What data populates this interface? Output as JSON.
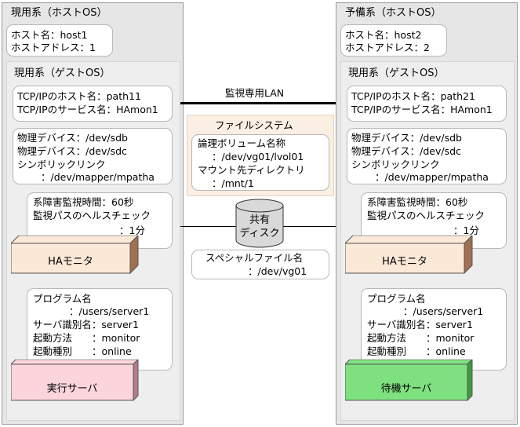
{
  "active_host": {
    "title": "現用系（ホストOS）",
    "host_name": "ホスト名：host1",
    "host_address": "ホストアドレス：1",
    "guest": {
      "title": "現用系（ゲストOS）",
      "tcp_host": "TCP/IPのホスト名：path11",
      "tcp_service": "TCP/IPのサービス名：HAmon1",
      "device1": "物理デバイス：/dev/sdb",
      "device2": "物理デバイス：/dev/sdc",
      "symlink": "シンボリックリンク",
      "symlink_path": "：/dev/mapper/mpatha",
      "fault_interval": "系障害監視時間：60秒",
      "health_check": "監視パスのヘルスチェック",
      "health_check_value": "：1分",
      "ha_monitor": "HAモニタ",
      "program_name": "プログラム名",
      "program_path": "：/users/server1",
      "server_id": "サーバ識別名：server1",
      "start_method": "起動方法　　：monitor",
      "start_type": "起動種別　　：online",
      "server_box": "実行サーバ",
      "server_color": "#fcd5dc"
    }
  },
  "standby_host": {
    "title": "予備系（ホストOS）",
    "host_name": "ホスト名：host2",
    "host_address": "ホストアドレス：2",
    "guest": {
      "title": "現用系（ゲストOS）",
      "tcp_host": "TCP/IPのホスト名：path21",
      "tcp_service": "TCP/IPのサービス名：HAmon1",
      "device1": "物理デバイス：/dev/sdb",
      "device2": "物理デバイス：/dev/sdc",
      "symlink": "シンボリックリンク",
      "symlink_path": "：/dev/mapper/mpatha",
      "fault_interval": "系障害監視時間：60秒",
      "health_check": "監視パスのヘルスチェック",
      "health_check_value": "：1分",
      "ha_monitor": "HAモニタ",
      "program_name": "プログラム名",
      "program_path": "：/users/server1",
      "server_id": "サーバ識別名：server1",
      "start_method": "起動方法　　：monitor",
      "start_type": "起動種別　　：online",
      "server_box": "待機サーバ",
      "server_color": "#7fe07f"
    }
  },
  "center": {
    "lan_label": "監視専用LAN",
    "filesystem_title": "ファイルシステム",
    "logical_volume": "論理ボリューム名称",
    "logical_volume_path": "：/dev/vg01/lvol01",
    "mount_dir": "マウント先ディレクトリ",
    "mount_path": "：/mnt/1",
    "disk_line1": "共有",
    "disk_line2": "ディスク",
    "special_file": "スペシャルファイル名",
    "special_file_path": "：/dev/vg01"
  },
  "colors": {
    "ha_monitor_fill": "#fbe9d8",
    "ha_monitor_side": "#a07050",
    "disk_fill": "#d9d9d9"
  }
}
